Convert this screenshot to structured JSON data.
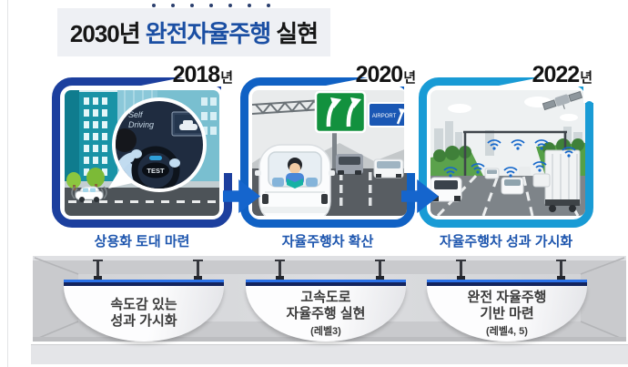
{
  "title": {
    "prefix": "2030년",
    "highlight": "완전자율주행",
    "suffix": "실현"
  },
  "timeline": {
    "panels": [
      {
        "year": "2018",
        "year_suffix": "년",
        "caption": "상용화 토대 마련",
        "border_color": "#1c3f9e",
        "illustration": {
          "screen_label_line1": "Self",
          "screen_label_line2": "Driving",
          "wheel_label": "TEST"
        }
      },
      {
        "year": "2020",
        "year_suffix": "년",
        "caption": "자율주행차 확산",
        "border_color": "#1061c4",
        "illustration": {
          "sign_label": "AIRPORT"
        }
      },
      {
        "year": "2022",
        "year_suffix": "년",
        "caption": "자율주행차 성과 가시화",
        "border_color": "#199bd5",
        "illustration": {}
      }
    ],
    "arrow_color": "#1565cd"
  },
  "signs": [
    {
      "line1": "속도감 있는",
      "line2": "성과 가시화",
      "note": ""
    },
    {
      "line1": "고속도로",
      "line2": "자율주행 실현",
      "note": "(레벨3)"
    },
    {
      "line1": "완전 자율주행",
      "line2": "기반 마련",
      "note": "(레벨4, 5)"
    }
  ],
  "colors": {
    "title_background": "#eef0f4",
    "title_highlight": "#1b4fa3",
    "caption_text": "#1e56ae",
    "sign_bar_top": "#2b72e8",
    "sign_bar_bottom": "#13245e",
    "beam_gray": "#c9cacd",
    "floor_gray": "#e4e5e8"
  }
}
